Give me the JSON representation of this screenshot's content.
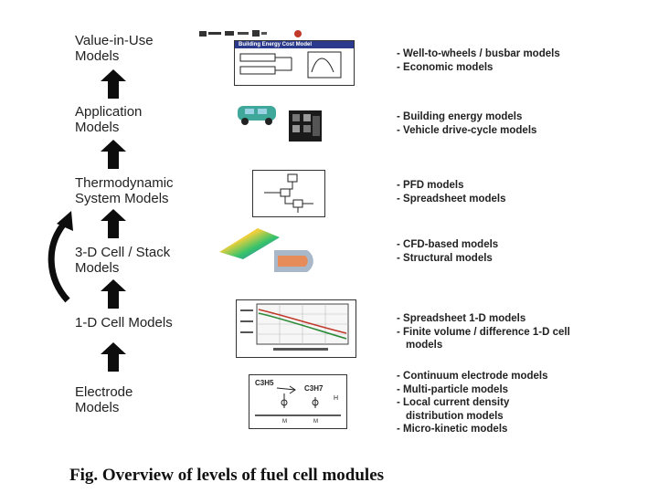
{
  "levels": [
    {
      "l1": "Value-in-Use",
      "l2": "Models"
    },
    {
      "l1": "Application",
      "l2": "Models"
    },
    {
      "l1": "Thermodynamic",
      "l2": "System Models"
    },
    {
      "l1": "3-D Cell / Stack",
      "l2": "Models"
    },
    {
      "l1": "1-D Cell Models",
      "l2": ""
    },
    {
      "l1": "Electrode",
      "l2": "Models"
    }
  ],
  "descriptions": [
    [
      "Well-to-wheels / busbar models",
      "Economic models"
    ],
    [
      "Building energy models",
      "Vehicle drive-cycle models"
    ],
    [
      "PFD models",
      "Spreadsheet models"
    ],
    [
      "CFD-based models",
      "Structural models"
    ],
    [
      "Spreadsheet 1-D models",
      "Finite volume / difference 1-D cell",
      "models"
    ],
    [
      "Continuum electrode models",
      "Multi-particle models",
      "Local current density",
      "distribution models",
      "Micro-kinetic models"
    ]
  ],
  "thumbs": {
    "value_chart_title": "Building Energy Cost Model",
    "chem_left": "C3H5",
    "chem_right": "C3H7",
    "chem_h": "H",
    "chem_m": "M"
  },
  "caption": "Fig. Overview of levels of fuel cell modules",
  "colors": {
    "arrow": "#0d0d0d",
    "text": "#222222"
  }
}
